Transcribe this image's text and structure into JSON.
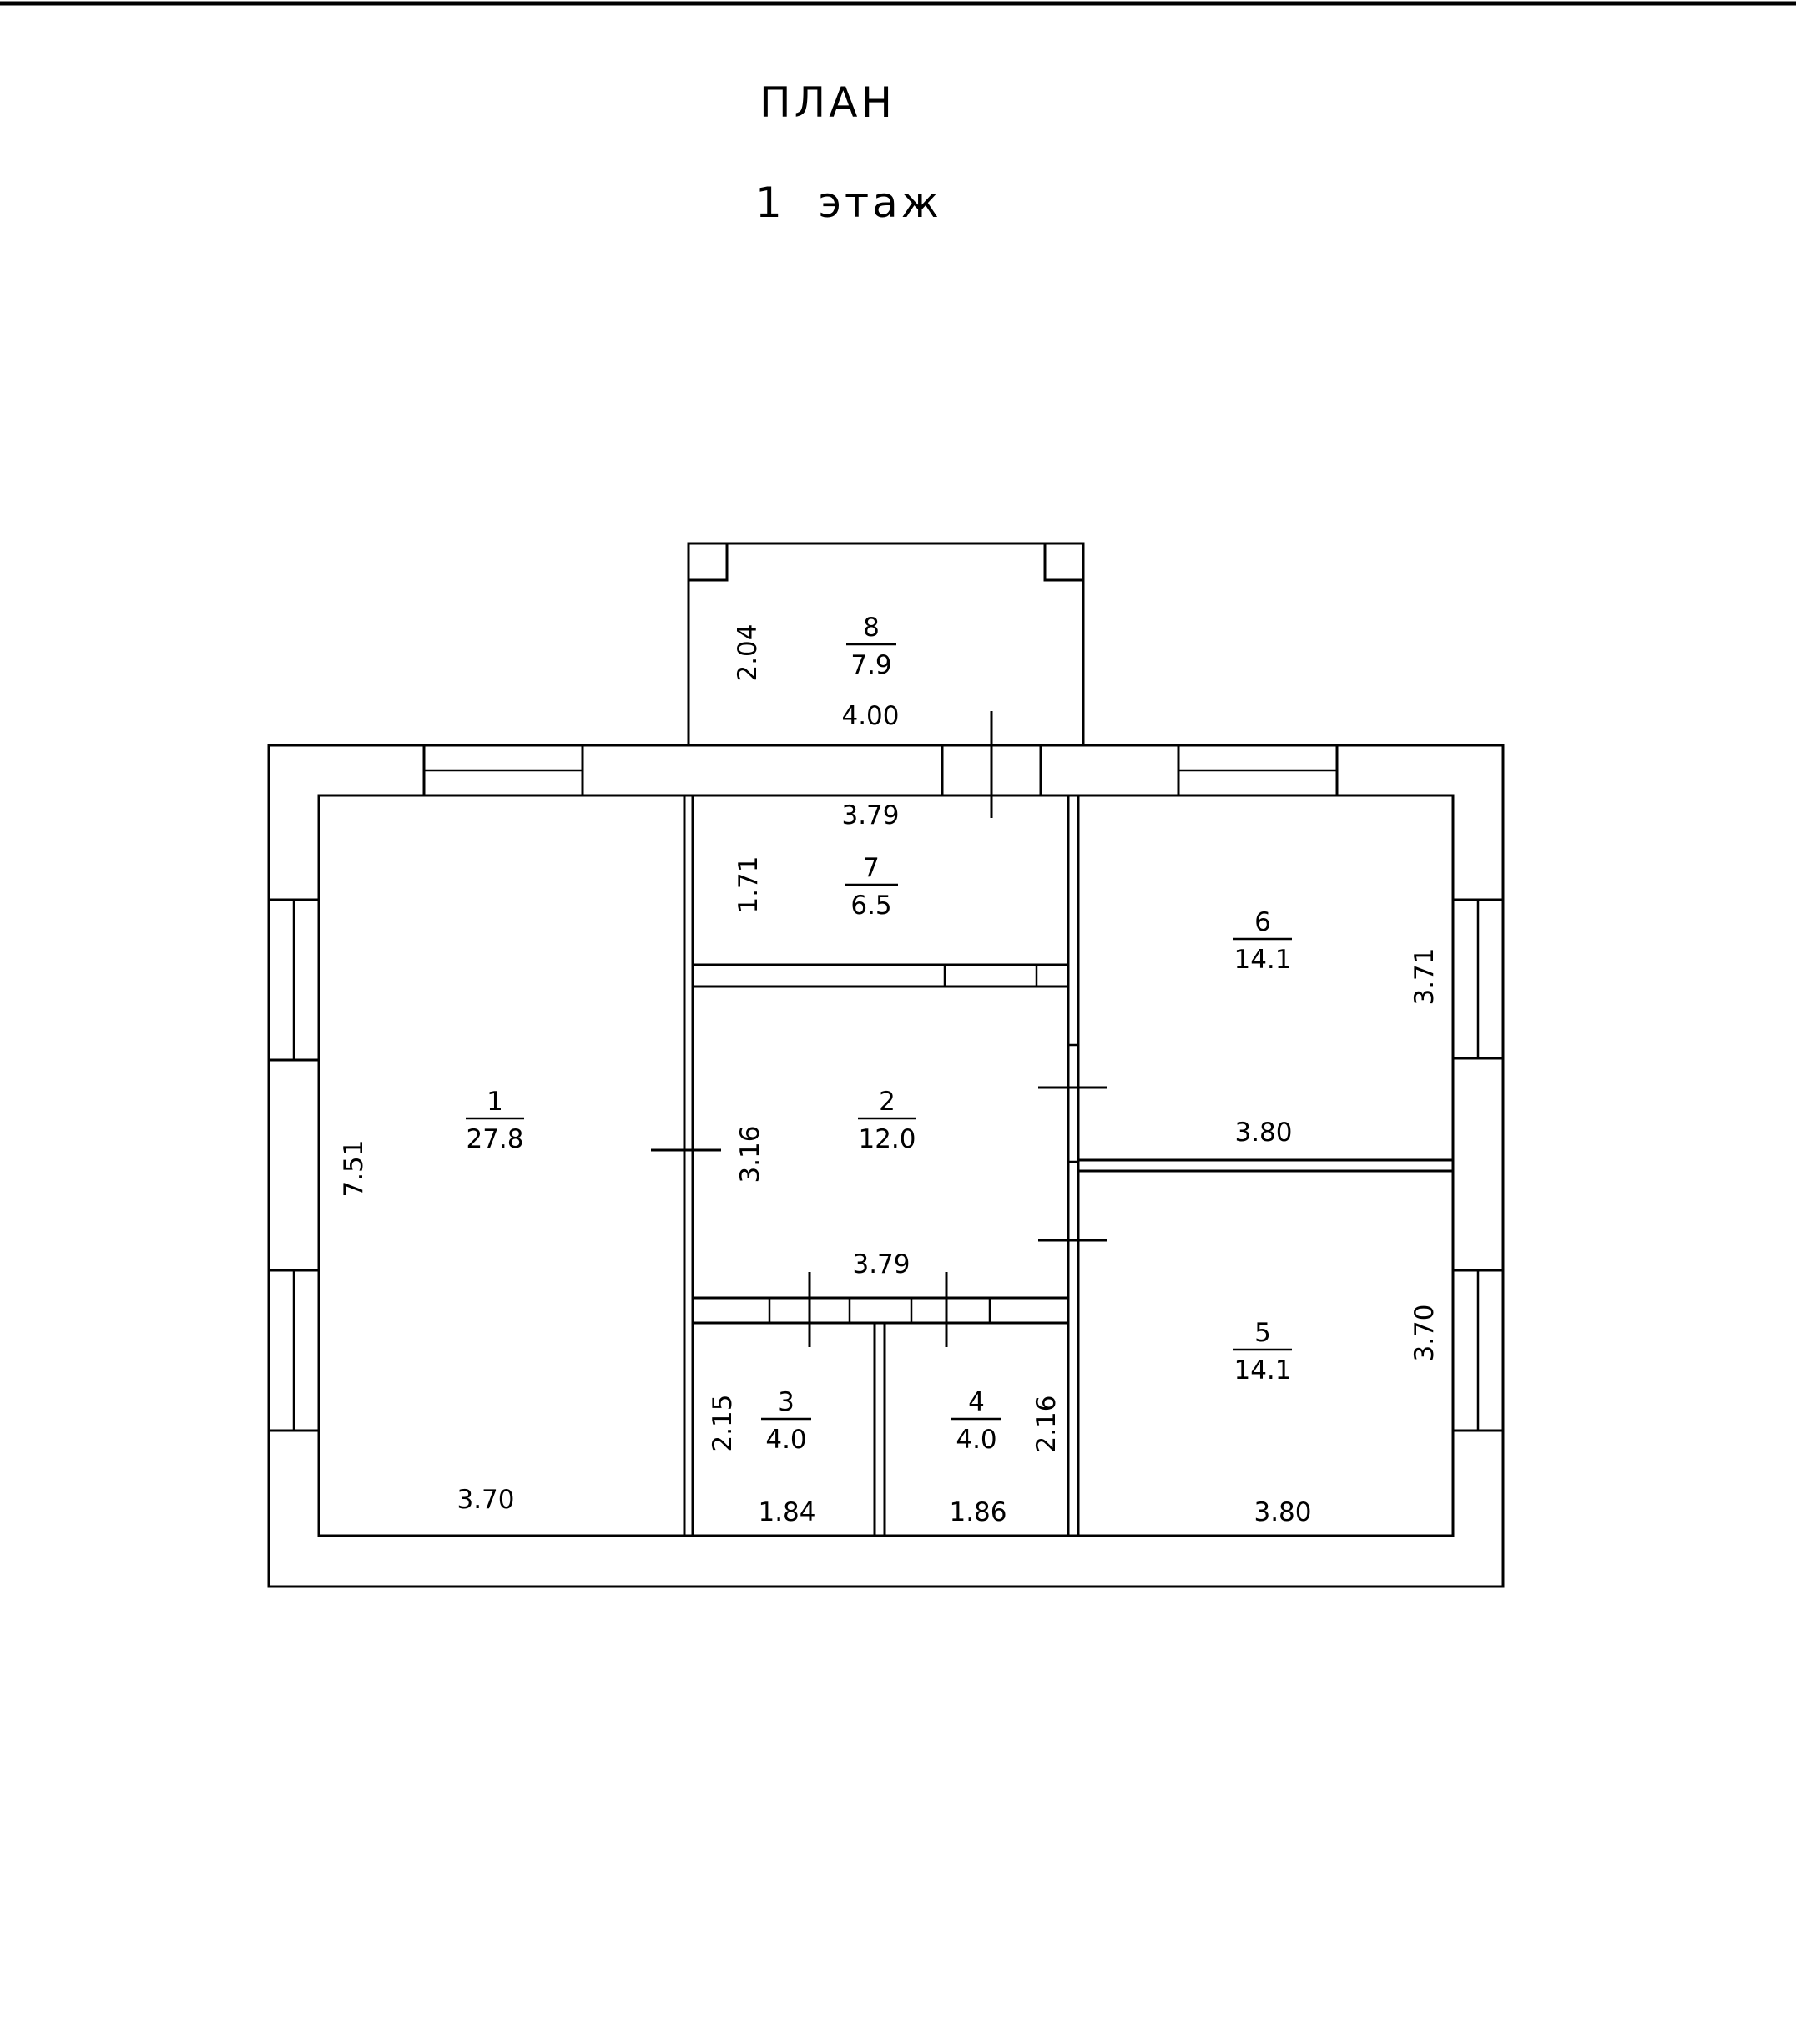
{
  "header": {
    "title": "ПЛАН",
    "floor": "1  этаж"
  },
  "rooms": [
    {
      "number": "1",
      "area": "27.8",
      "dims": [
        "7.51",
        "3.70"
      ]
    },
    {
      "number": "2",
      "area": "12.0",
      "dims": [
        "3.16",
        "3.79"
      ]
    },
    {
      "number": "3",
      "area": "4.0",
      "dims": [
        "2.15",
        "1.84"
      ]
    },
    {
      "number": "4",
      "area": "4.0",
      "dims": [
        "2.16",
        "1.86"
      ]
    },
    {
      "number": "5",
      "area": "14.1",
      "dims": [
        "3.70",
        "3.80"
      ]
    },
    {
      "number": "6",
      "area": "14.1",
      "dims": [
        "3.71",
        "3.80"
      ]
    },
    {
      "number": "7",
      "area": "6.5",
      "dims": [
        "1.71",
        "3.79"
      ]
    },
    {
      "number": "8",
      "area": "7.9",
      "dims": [
        "2.04",
        "4.00"
      ]
    }
  ]
}
